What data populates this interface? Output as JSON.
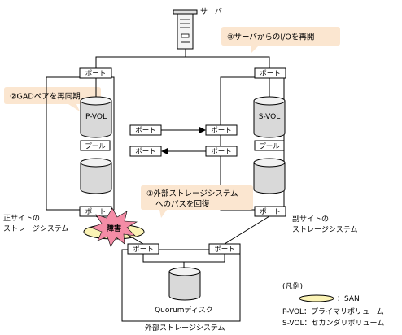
{
  "server": {
    "label": "サーバ"
  },
  "callouts": {
    "resume_io": "③サーバからのI/Oを再開",
    "resync": "②GADペアを再同期",
    "recover_line1": "①外部ストレージシステム",
    "recover_line2": "へのパスを回復"
  },
  "port_label": "ポート",
  "pool_label": "プール",
  "primary": {
    "volume_label": "P-VOL",
    "system_line1": "正サイトの",
    "system_line2": "ストレージシステム"
  },
  "secondary": {
    "volume_label": "S-VOL",
    "system_line1": "副サイトの",
    "system_line2": "ストレージシステム"
  },
  "failure": {
    "label": "障害"
  },
  "external": {
    "disk_label": "Quorumディスク",
    "system_label": "外部ストレージシステム"
  },
  "legend": {
    "title": "(凡例)",
    "san": "：SAN",
    "pvol": "P-VOL：プライマリボリューム",
    "svol": "S-VOL：セカンダリボリューム"
  },
  "colors": {
    "callout_fill": "#fbe6d0",
    "san_fill": "#fbf3b5",
    "burst_fill": "#f48ca6",
    "cylinder_fill": "#d9d9d9"
  }
}
